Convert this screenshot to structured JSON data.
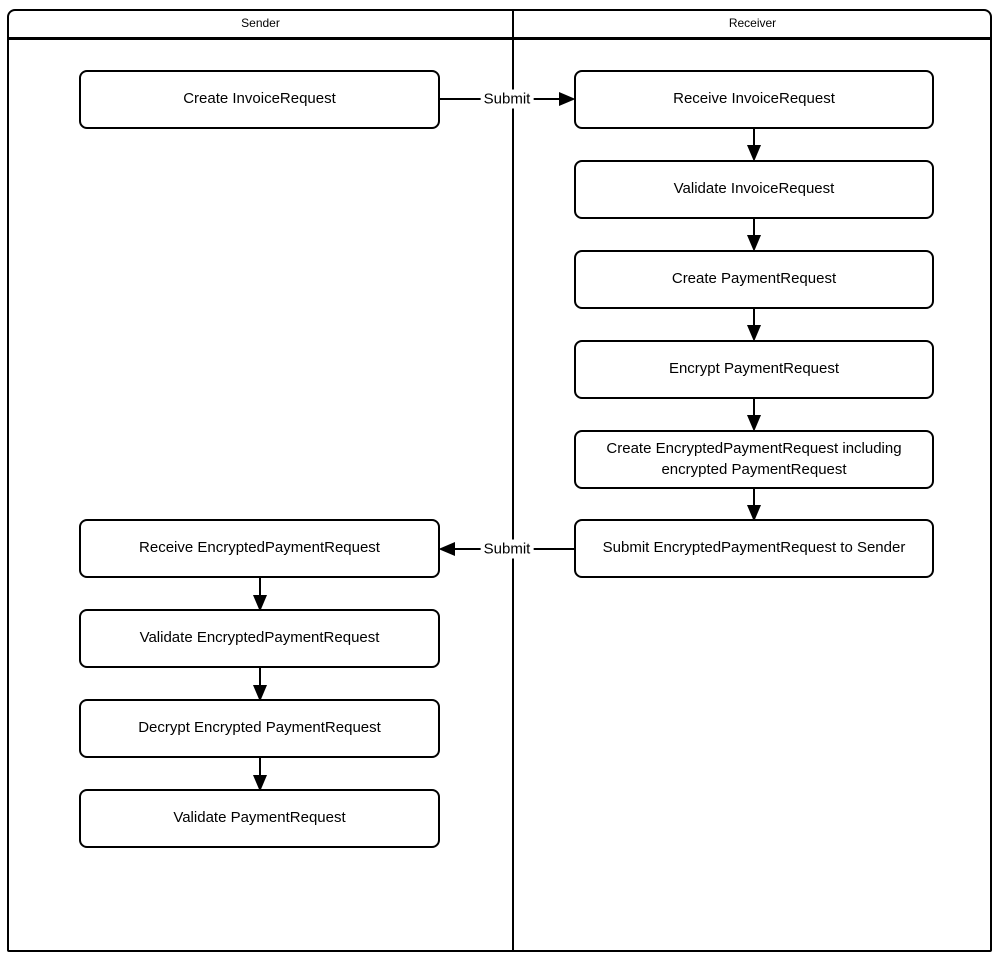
{
  "diagram": {
    "type": "swimlane-flowchart",
    "colors": {
      "stroke": "#000000",
      "background": "#ffffff",
      "node_fill": "#ffffff"
    },
    "lanes": {
      "sender": {
        "title": "Sender",
        "nodes": [
          {
            "label": "Create InvoiceRequest"
          },
          {
            "label": "Receive EncryptedPaymentRequest"
          },
          {
            "label": "Validate EncryptedPaymentRequest"
          },
          {
            "label": "Decrypt Encrypted PaymentRequest"
          },
          {
            "label": "Validate PaymentRequest"
          }
        ]
      },
      "receiver": {
        "title": "Receiver",
        "nodes": [
          {
            "label": "Receive InvoiceRequest"
          },
          {
            "label": "Validate InvoiceRequest"
          },
          {
            "label": "Create PaymentRequest"
          },
          {
            "label": "Encrypt PaymentRequest"
          },
          {
            "label": "Create EncryptedPaymentRequest including encrypted PaymentRequest"
          },
          {
            "label": "Submit EncryptedPaymentRequest to Sender"
          }
        ]
      }
    },
    "edges": {
      "submit_to_receiver": {
        "label": "Submit",
        "from": "Create InvoiceRequest",
        "to": "Receive InvoiceRequest"
      },
      "submit_to_sender": {
        "label": "Submit",
        "from": "Submit EncryptedPaymentRequest to Sender",
        "to": "Receive EncryptedPaymentRequest"
      }
    }
  }
}
